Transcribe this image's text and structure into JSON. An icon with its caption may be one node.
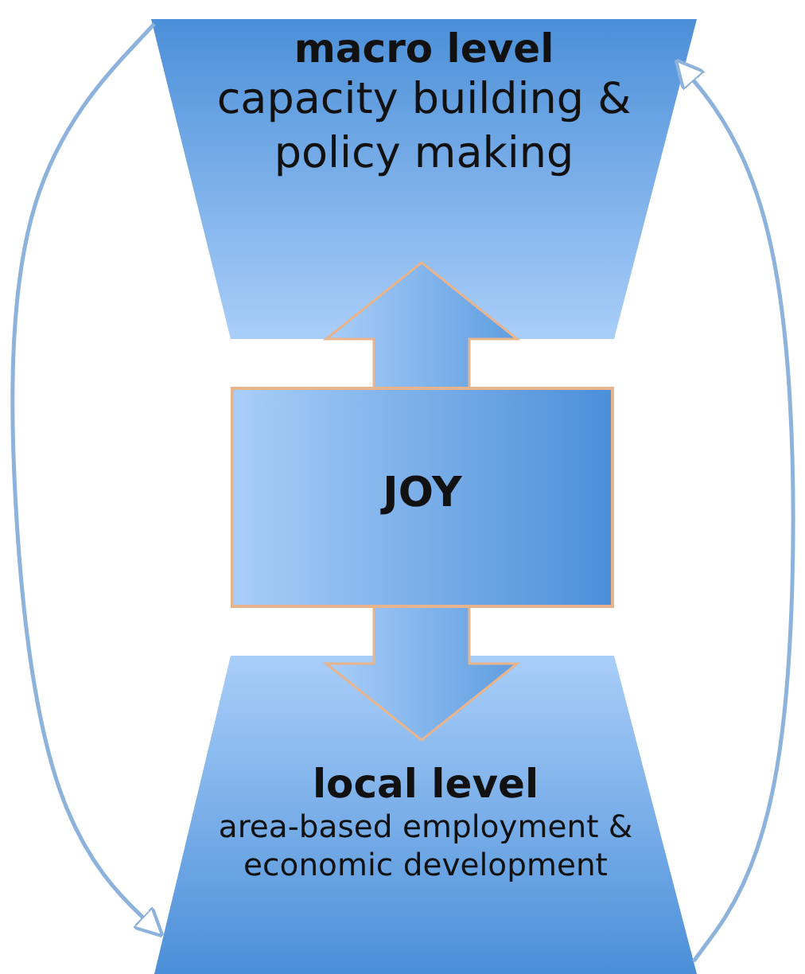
{
  "diagram": {
    "nodes": [
      {
        "text": [
          "macro level",
          "capacity building & policy making"
        ]
      },
      {
        "text": [
          "JOY"
        ]
      },
      {
        "text": [
          "local level",
          "area-based employment & economic development"
        ]
      }
    ],
    "edges": [
      {
        "from": 0,
        "to": 2,
        "arrow": "both",
        "style": "thick"
      },
      {
        "from": 0,
        "to": 2,
        "arrow": "to"
      },
      {
        "from": 2,
        "to": 0,
        "arrow": "to"
      }
    ]
  }
}
